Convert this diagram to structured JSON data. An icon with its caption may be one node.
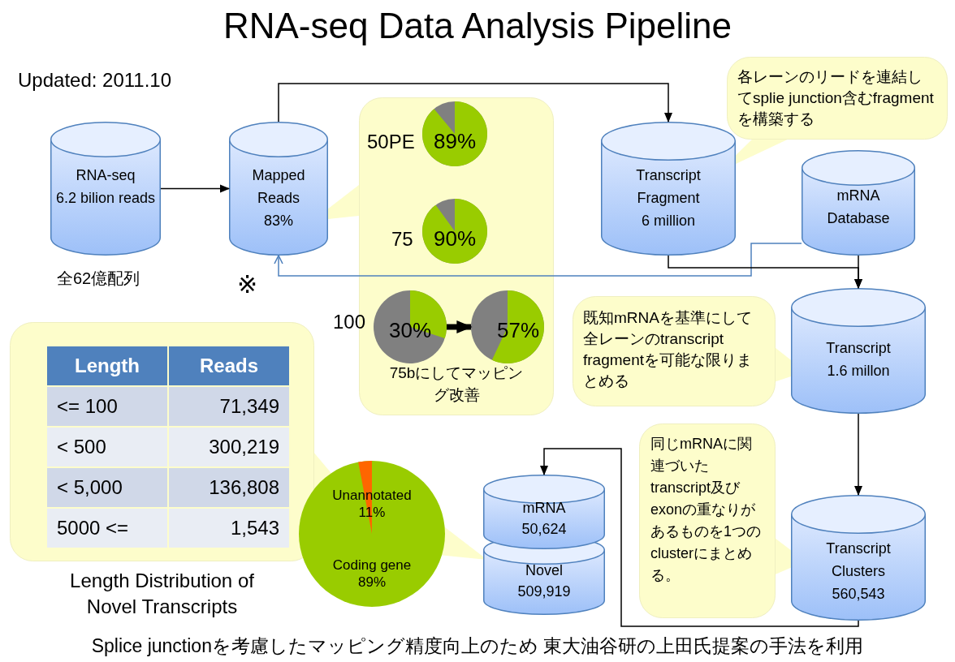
{
  "diagram": {
    "title": "RNA-seq Data Analysis Pipeline",
    "nodes": [
      {
        "text": [
          "RNA-seq",
          "6.2 bilion reads"
        ],
        "beside": [
          "全62億配列"
        ]
      },
      {
        "text": [
          "Mapped Reads 83%"
        ]
      },
      {
        "text": [
          "Transcript Fragment 6 million"
        ]
      },
      {
        "text": [
          "mRNA Database"
        ]
      },
      {
        "text": [
          "Transcript 1.6 millon"
        ]
      },
      {
        "text": [
          "Transcript Clusters 560,543"
        ]
      },
      {
        "text": [
          "mRNA 50,624"
        ]
      },
      {
        "text": [
          "Novel 509,919"
        ]
      },
      {
        "text": [
          "75bにしてマッピング改善"
        ]
      },
      {
        "text": [
          "89%"
        ],
        "beside": [
          "50PE"
        ],
        "in": 8
      },
      {
        "text": [
          "90%"
        ],
        "beside": [
          "75"
        ],
        "in": 8
      },
      {
        "text": [
          "30%"
        ],
        "beside": [
          "100"
        ],
        "in": 8
      },
      {
        "text": [
          "57%"
        ],
        "in": 8
      },
      {
        "text": [
          "各レーンのリードを連結してsplie junction含むfragmentを構築する"
        ]
      },
      {
        "text": [
          "既知mRNAを基準にして全レーンのtranscript fragmentを可能な限りまとめる"
        ]
      },
      {
        "text": [
          "同じmRNAに関連づいたtranscript及びexonの重なりがあるものを1つのclusterにまとめる。"
        ]
      },
      {
        "text": [
          "Length Distribution of Novel Transcripts"
        ]
      },
      {
        "text": [
          "Unannotated 11%",
          "Coding gene 89%"
        ]
      }
    ],
    "edges": [
      {
        "from": 0,
        "to": 1,
        "arrow": "to"
      },
      {
        "from": 1,
        "to": 2,
        "arrow": "to"
      },
      {
        "from": 3,
        "to": 1,
        "arrow": "to",
        "color": "#4f81bd"
      },
      {
        "from": 2,
        "to": 4,
        "arrow": "to"
      },
      {
        "from": 3,
        "to": 4,
        "arrow": "to"
      },
      {
        "from": 4,
        "to": 5,
        "arrow": "to"
      },
      {
        "from": 5,
        "to": 6,
        "arrow": "to"
      },
      {
        "from": 11,
        "to": 12,
        "arrow": "to",
        "style": "thick"
      }
    ],
    "labels": [
      "Updated: 2011.10",
      "※",
      "Length",
      "Reads",
      "<= 100",
      "71,349",
      "< 500",
      "300,219",
      "< 5,000",
      "136,808",
      "5000 <=",
      "1,543",
      "Splice junctionを考慮したマッピング精度向上のため 東大油谷研の上田氏提案の手法を利用"
    ]
  }
}
